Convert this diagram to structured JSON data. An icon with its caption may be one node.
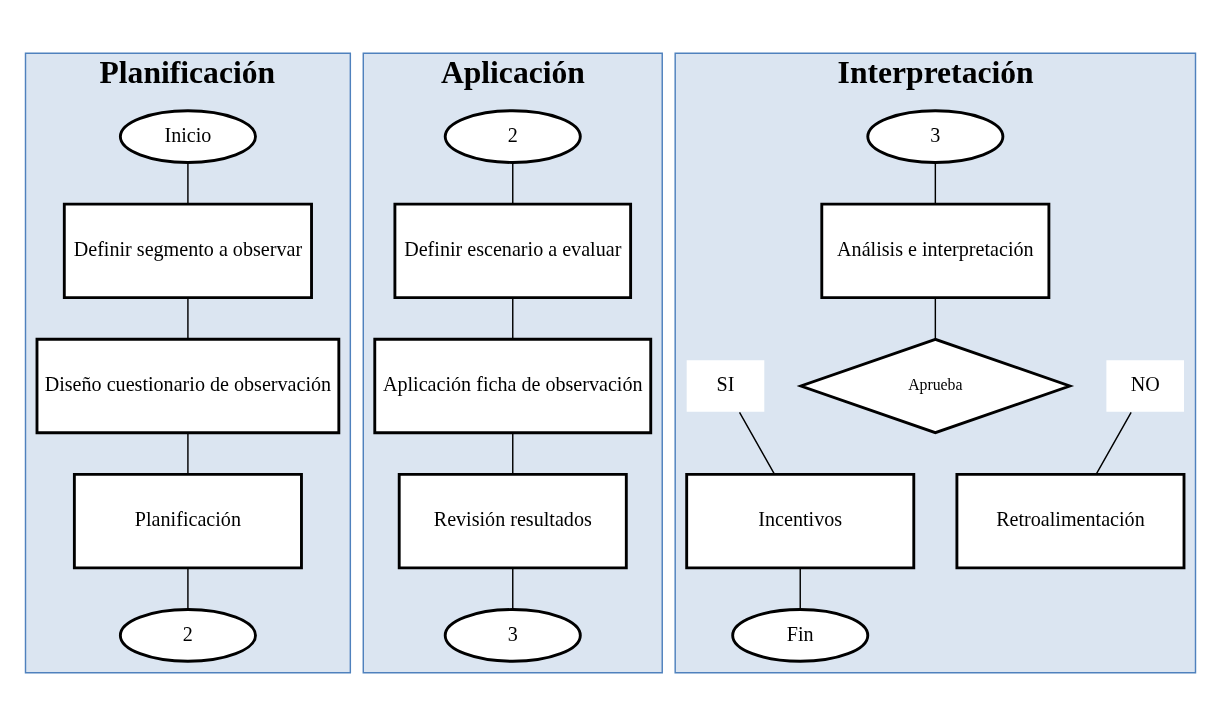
{
  "diagram": {
    "nodes": [
      {
        "text": [
          "Planificación"
        ]
      },
      {
        "text": [
          "Inicio"
        ],
        "in": 0
      },
      {
        "text": [
          "Definir segmento a observar"
        ],
        "in": 0
      },
      {
        "text": [
          "Diseño cuestionario de observación"
        ],
        "in": 0
      },
      {
        "text": [
          "Planificación"
        ],
        "in": 0
      },
      {
        "text": [
          "2"
        ],
        "in": 0
      },
      {
        "text": [
          "Aplicación"
        ]
      },
      {
        "text": [
          "2"
        ],
        "in": 6
      },
      {
        "text": [
          "Definir escenario a evaluar"
        ],
        "in": 6
      },
      {
        "text": [
          "Aplicación ficha de observación"
        ],
        "in": 6
      },
      {
        "text": [
          "Revisión resultados"
        ],
        "in": 6
      },
      {
        "text": [
          "3"
        ],
        "in": 6
      },
      {
        "text": [
          "Interpretación"
        ]
      },
      {
        "text": [
          "3"
        ],
        "in": 12
      },
      {
        "text": [
          "Análisis e interpretación"
        ],
        "in": 12
      },
      {
        "text": [
          "Aprueba"
        ],
        "in": 12
      },
      {
        "text": [
          "SI"
        ],
        "in": 12
      },
      {
        "text": [
          "NO"
        ],
        "in": 12
      },
      {
        "text": [
          "Retroalimentación"
        ],
        "in": 12
      },
      {
        "text": [
          "Incentivos"
        ],
        "in": 12
      },
      {
        "text": [
          "Fin"
        ],
        "in": 12
      }
    ],
    "edges": [
      {
        "from": 1,
        "to": 2,
        "arrow": "none"
      },
      {
        "from": 2,
        "to": 3,
        "arrow": "none"
      },
      {
        "from": 3,
        "to": 4,
        "arrow": "none"
      },
      {
        "from": 4,
        "to": 5,
        "arrow": "none"
      },
      {
        "from": 7,
        "to": 8,
        "arrow": "none"
      },
      {
        "from": 8,
        "to": 9,
        "arrow": "none"
      },
      {
        "from": 9,
        "to": 10,
        "arrow": "none"
      },
      {
        "from": 10,
        "to": 11,
        "arrow": "none"
      },
      {
        "from": 13,
        "to": 14,
        "arrow": "none"
      },
      {
        "from": 14,
        "to": 15,
        "arrow": "none"
      },
      {
        "from": 16,
        "to": 19,
        "arrow": "none"
      },
      {
        "from": 17,
        "to": 18,
        "arrow": "none"
      },
      {
        "from": 19,
        "to": 20,
        "arrow": "none"
      }
    ]
  }
}
